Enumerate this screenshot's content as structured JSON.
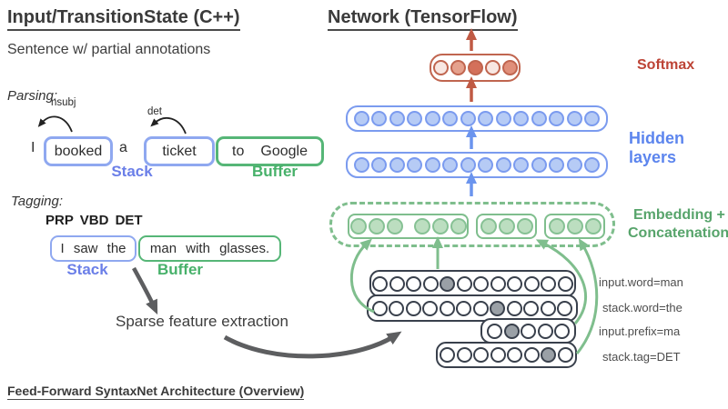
{
  "header": {
    "left_title": "Input/TransitionState (C++)",
    "right_title": "Network (TensorFlow)",
    "subtitle": "Sentence w/ partial annotations"
  },
  "footer": {
    "text": "Feed-Forward SyntaxNet Architecture (Overview)"
  },
  "parsing": {
    "section_label": "Parsing:",
    "arc_label_nsubj": "nsubj",
    "arc_label_det": "det",
    "token_pre": "I",
    "stack_word_1": "booked",
    "token_mid": "a",
    "stack_word_2": "ticket",
    "buffer_tokens": [
      "to",
      "Google"
    ],
    "stack_label": "Stack",
    "buffer_label": "Buffer"
  },
  "tagging": {
    "section_label": "Tagging:",
    "tags": "PRP VBD DET",
    "stack_text": "I saw the",
    "buffer_text": "man with glasses.",
    "stack_label": "Stack",
    "buffer_label": "Buffer"
  },
  "sparse_label": "Sparse feature extraction",
  "network": {
    "softmax": {
      "label": "Softmax",
      "fills": [
        "#f8e7e2",
        "#e5a18d",
        "#d4705a",
        "#f8e7e2",
        "#e08f7a"
      ]
    },
    "hidden": {
      "label": "Hidden layers",
      "rows": [
        {
          "count": 14
        },
        {
          "count": 14
        }
      ]
    },
    "embedding": {
      "label_line1": "Embedding +",
      "label_line2": "Concatenation",
      "boxes": [
        [
          3,
          3
        ],
        [
          3
        ],
        [
          3
        ]
      ]
    },
    "features": {
      "rows": [
        {
          "count": 12,
          "filled": 4,
          "label": "input.word=man"
        },
        {
          "count": 12,
          "filled": 7,
          "label": "stack.word=the"
        },
        {
          "count": 5,
          "filled": 1,
          "label": "input.prefix=ma"
        },
        {
          "count": 8,
          "filled": 6,
          "label": "stack.tag=DET"
        }
      ]
    }
  },
  "colors": {
    "stack_blue_border": "#8fa8f0",
    "stack_blue_text": "#6b7fe8",
    "buffer_green_border": "#56b677",
    "buffer_green_text": "#47b16a",
    "hidden_blue": "#7b9bef",
    "hidden_fill": "#b6cbf5",
    "embed_green": "#7fbe8d",
    "embed_fill": "#bcdec0",
    "softmax_red": "#c0654f",
    "softmax_text": "#bd4436",
    "hidden_text": "#5c85ee",
    "embed_text": "#57a46b",
    "feature_gray": "#9aa0a6",
    "arrow_gray": "#5d5e60"
  }
}
